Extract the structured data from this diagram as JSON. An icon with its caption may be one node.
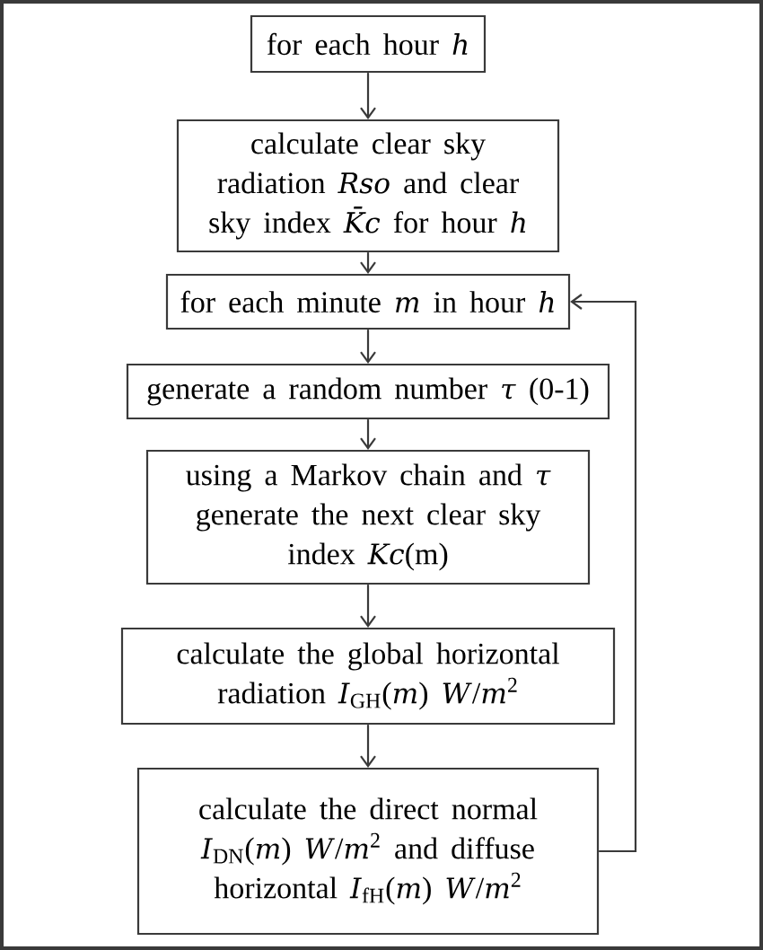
{
  "diagram": {
    "nodes": [
      {
        "text": [
          "for each hour *h*"
        ]
      },
      {
        "text": [
          "calculate clear sky radiation *Rso* and clear sky index *K̄c* for hour *h*"
        ]
      },
      {
        "text": [
          "for each minute *m* in hour *h*"
        ]
      },
      {
        "text": [
          "generate a random number *τ* (0-1)"
        ]
      },
      {
        "text": [
          "using a Markov chain and *τ* generate the next clear sky index *Kc*(m)"
        ]
      },
      {
        "text": [
          "calculate the global horizontal radiation *I*$_{GH}$(*m*) *W*/*m*$^{2}$"
        ]
      },
      {
        "text": [
          "calculate the direct normal *I*$_{DN}$(*m*) *W*/*m*$^{2}$ and diffuse horizontal *I*$_{fH}$(*m*) *W*/*m*$^{2}$"
        ]
      }
    ],
    "edges": [
      {
        "from": 0,
        "to": 1,
        "arrow": "to"
      },
      {
        "from": 1,
        "to": 2,
        "arrow": "to"
      },
      {
        "from": 2,
        "to": 3,
        "arrow": "to"
      },
      {
        "from": 3,
        "to": 4,
        "arrow": "to"
      },
      {
        "from": 4,
        "to": 5,
        "arrow": "to"
      },
      {
        "from": 5,
        "to": 6,
        "arrow": "to"
      },
      {
        "from": 6,
        "to": 2,
        "arrow": "to"
      }
    ]
  }
}
